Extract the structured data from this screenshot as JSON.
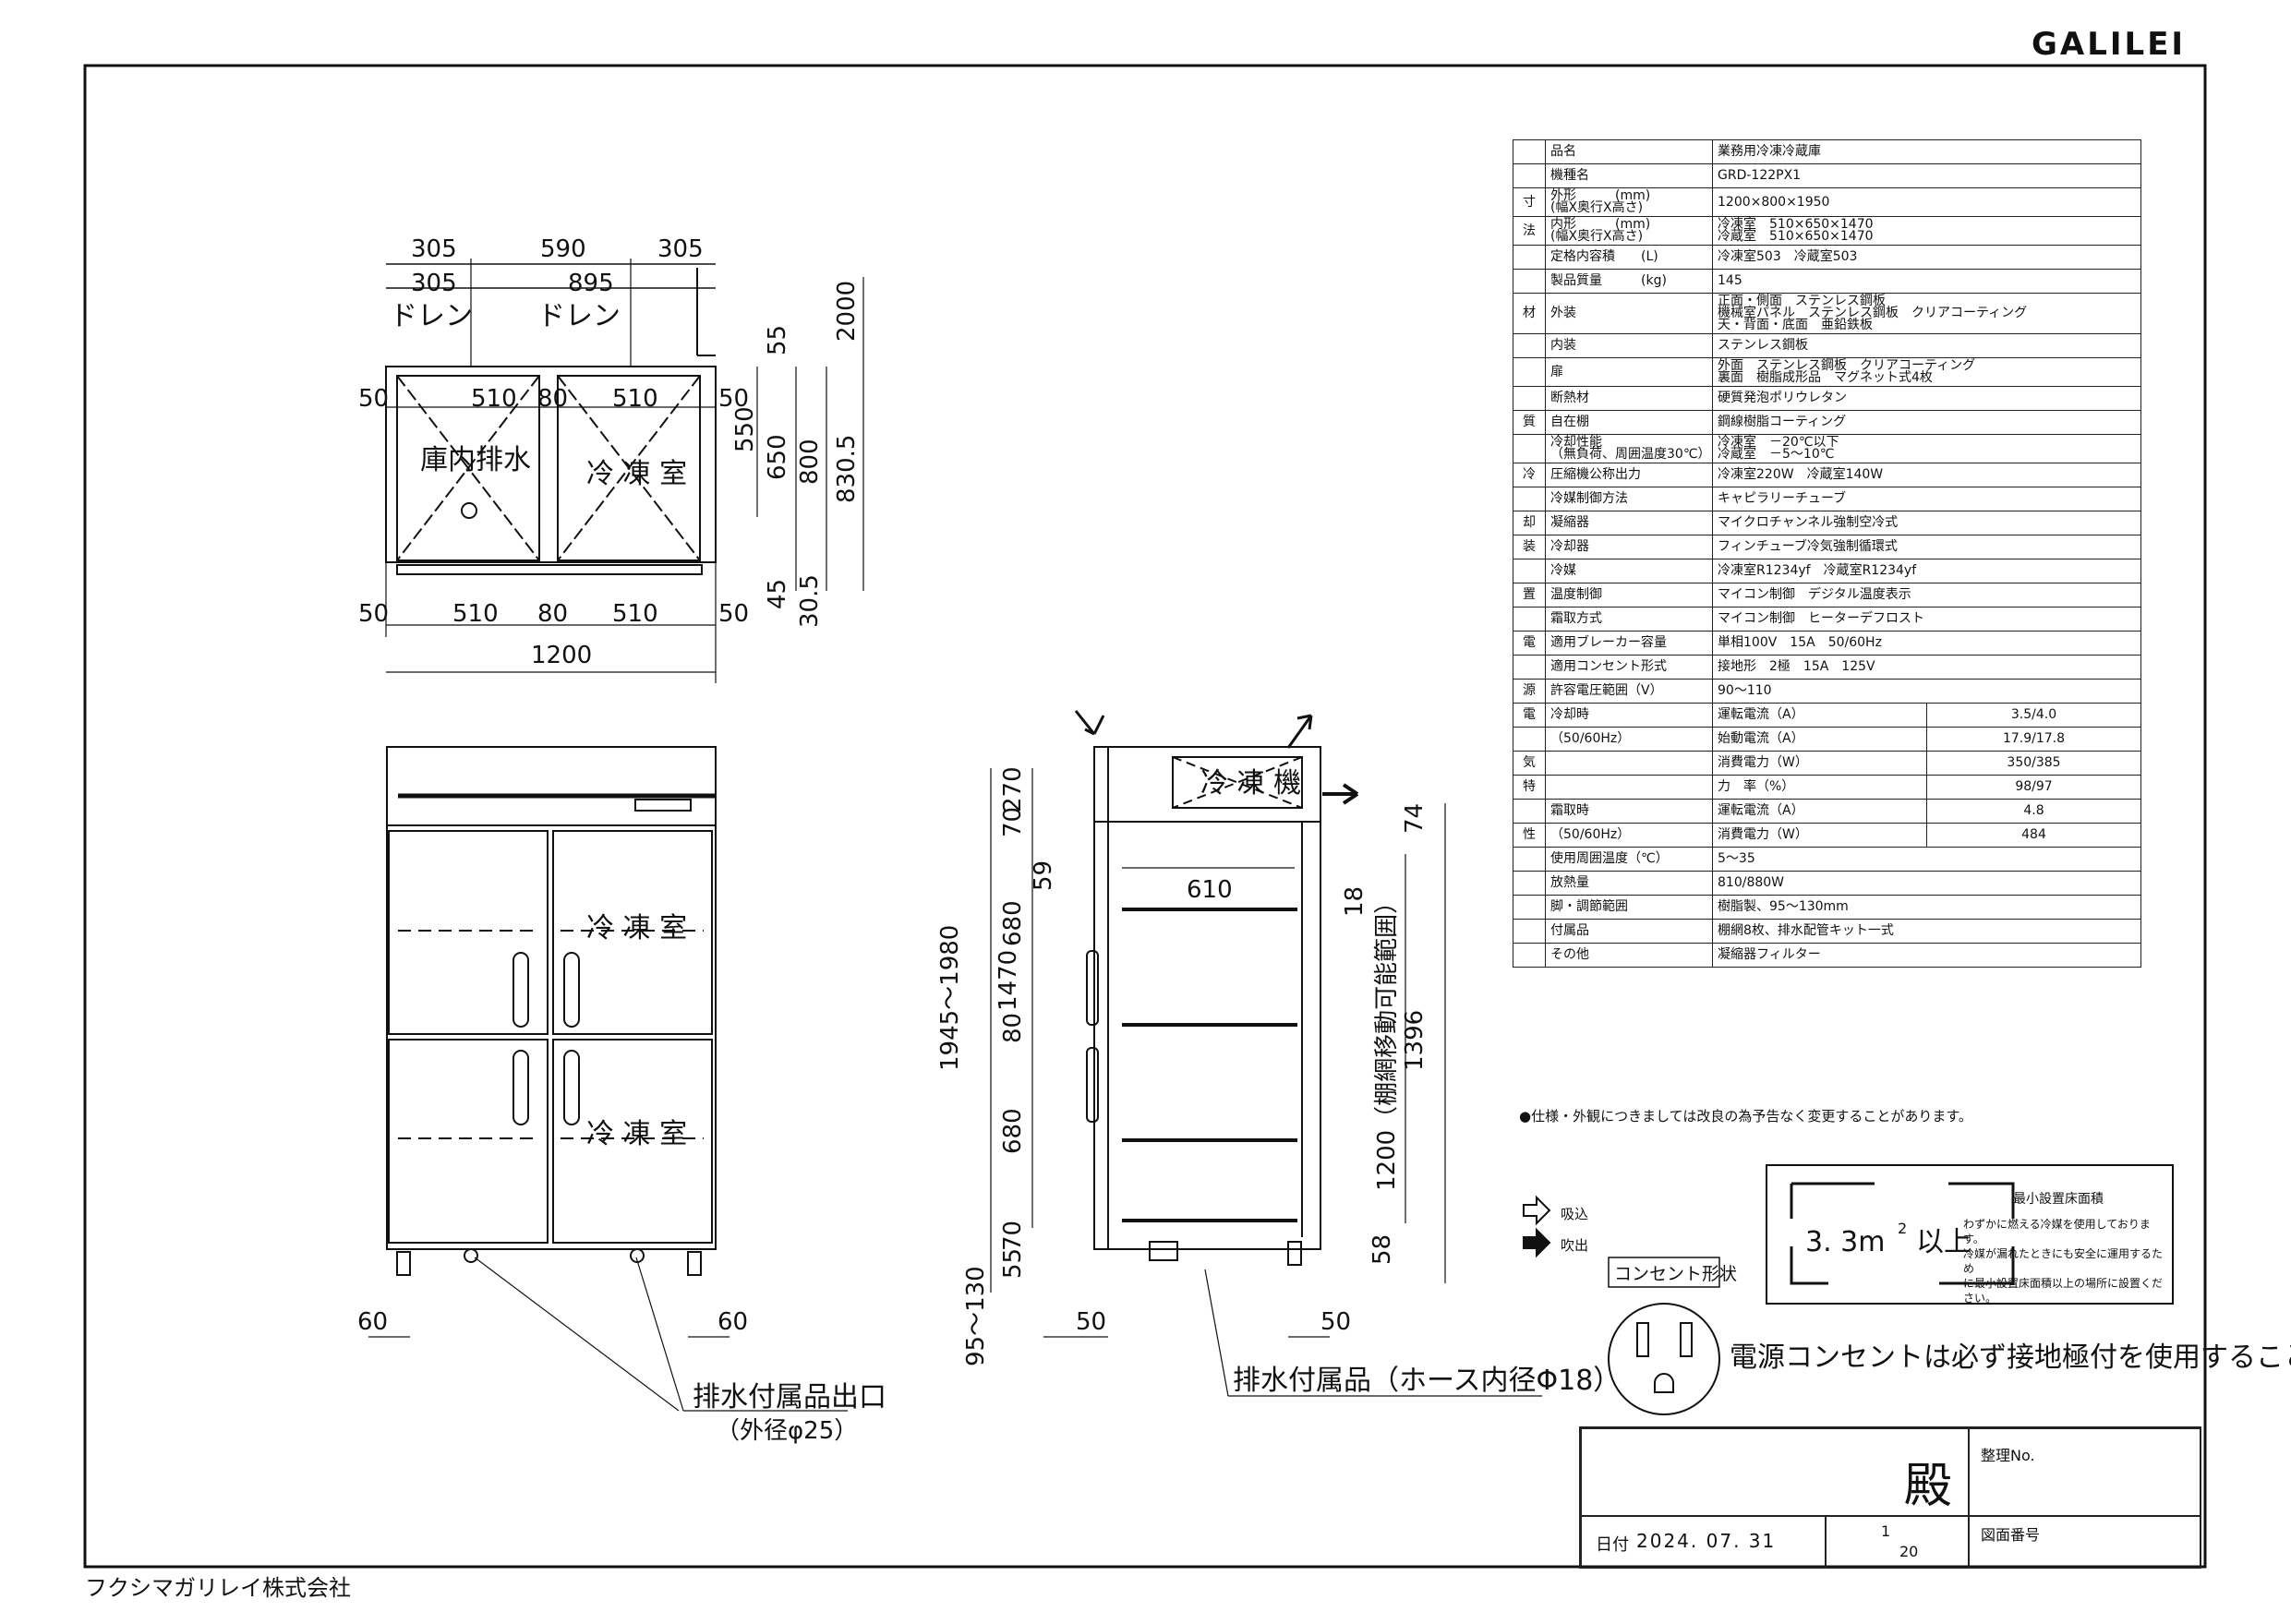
{
  "brand": "GALILEI",
  "company": "フクシマガリレイ株式会社",
  "title_block": {
    "dono": "殿",
    "seiri_label": "整理No.",
    "date_label": "日付",
    "date": "2024. 07. 31",
    "sheet_num": "1",
    "sheet_den": "20",
    "drawing_no_label": "図面番号"
  },
  "spec_rows": [
    {
      "g": "",
      "k": "品名",
      "s": "",
      "v": "業務用冷凍冷蔵庫"
    },
    {
      "g": "",
      "k": "機種名",
      "s": "",
      "v": "GRD-122PX1"
    },
    {
      "g": "寸",
      "k": "外形　　　(mm)\n(幅X奥行X高さ)",
      "s": "",
      "v": "1200×800×1950"
    },
    {
      "g": "法",
      "k": "内形　　　(mm)\n(幅X奥行X高さ)",
      "s": "",
      "v": "冷凍室　510×650×1470\n冷蔵室　510×650×1470"
    },
    {
      "g": "",
      "k": "定格内容積　　(L)",
      "s": "",
      "v": "冷凍室503　冷蔵室503"
    },
    {
      "g": "",
      "k": "製品質量　　　(kg)",
      "s": "",
      "v": "145"
    },
    {
      "g": "材",
      "k": "外装",
      "s": "",
      "v": "正面・側面　ステンレス鋼板\n機械室パネル　ステンレス鋼板　クリアコーティング\n天・背面・底面　亜鉛鉄板"
    },
    {
      "g": "",
      "k": "内装",
      "s": "",
      "v": "ステンレス鋼板"
    },
    {
      "g": "",
      "k": "扉",
      "s": "",
      "v": "外面　ステンレス鋼板　クリアコーティング\n裏面　樹脂成形品　マグネット式4枚"
    },
    {
      "g": "",
      "k": "断熱材",
      "s": "",
      "v": "硬質発泡ポリウレタン"
    },
    {
      "g": "質",
      "k": "自在棚",
      "s": "",
      "v": "鋼線樹脂コーティング"
    },
    {
      "g": "",
      "k": "冷却性能\n（無負荷、周囲温度30℃）",
      "s": "",
      "v": "冷凍室　－20℃以下\n冷蔵室　－5～10℃"
    },
    {
      "g": "冷",
      "k": "圧縮機公称出力",
      "s": "",
      "v": "冷凍室220W　冷蔵室140W"
    },
    {
      "g": "",
      "k": "冷媒制御方法",
      "s": "",
      "v": "キャピラリーチューブ"
    },
    {
      "g": "却",
      "k": "凝縮器",
      "s": "",
      "v": "マイクロチャンネル強制空冷式"
    },
    {
      "g": "装",
      "k": "冷却器",
      "s": "",
      "v": "フィンチューブ冷気強制循環式"
    },
    {
      "g": "",
      "k": "冷媒",
      "s": "",
      "v": "冷凍室R1234yf　冷蔵室R1234yf"
    },
    {
      "g": "置",
      "k": "温度制御",
      "s": "",
      "v": "マイコン制御　デジタル温度表示"
    },
    {
      "g": "",
      "k": "霜取方式",
      "s": "",
      "v": "マイコン制御　ヒーターデフロスト"
    },
    {
      "g": "電",
      "k": "適用ブレーカー容量",
      "s": "",
      "v": "単相100V　15A　50/60Hz"
    },
    {
      "g": "",
      "k": "適用コンセント形式",
      "s": "",
      "v": "接地形　2極　15A　125V"
    },
    {
      "g": "源",
      "k": "許容電圧範囲（V）",
      "s": "",
      "v": "90～110"
    },
    {
      "g": "電",
      "k": "冷却時",
      "s": "運転電流（A）",
      "v": "3.5/4.0"
    },
    {
      "g": "",
      "k": "（50/60Hz）",
      "s": "始動電流（A）",
      "v": "17.9/17.8"
    },
    {
      "g": "気",
      "k": "",
      "s": "消費電力（W）",
      "v": "350/385"
    },
    {
      "g": "特",
      "k": "",
      "s": "力　率（%）",
      "v": "98/97"
    },
    {
      "g": "",
      "k": "霜取時",
      "s": "運転電流（A）",
      "v": "4.8"
    },
    {
      "g": "性",
      "k": "（50/60Hz）",
      "s": "消費電力（W）",
      "v": "484"
    },
    {
      "g": "",
      "k": "使用周囲温度（℃）",
      "s": "",
      "v": "5～35"
    },
    {
      "g": "",
      "k": "放熱量",
      "s": "",
      "v": "810/880W"
    },
    {
      "g": "",
      "k": "脚・調節範囲",
      "s": "",
      "v": "樹脂製、95～130mm"
    },
    {
      "g": "",
      "k": "付属品",
      "s": "",
      "v": "棚網8枚、排水配管キット一式"
    },
    {
      "g": "",
      "k": "その他",
      "s": "",
      "v": "凝縮器フィルター"
    }
  ],
  "spec_note": "●仕様・外観につきましては改良の為予告なく変更することがあります。",
  "legend": {
    "intake": "吸込",
    "exhaust": "吹出"
  },
  "floor": {
    "title": "最小設置床面積",
    "value": "3. 3m",
    "value_sup": "2",
    "value_suffix": "以上",
    "desc": "わずかに燃える冷媒を使用しております。\n冷媒が漏れたときにも安全に運用するため\nに最小設置床面積以上の場所に設置くだ\nさい。"
  },
  "outlet": {
    "label": "コンセント形状",
    "warning": "電源コンセントは必ず接地極付を使用すること"
  },
  "top_view": {
    "dims_top": [
      "305",
      "590",
      "305"
    ],
    "dims_top2": [
      "305",
      "895"
    ],
    "drain": "ドレン",
    "room_left": "庫内排水",
    "room_right": "冷 凍 室",
    "widths_in": [
      "50",
      "510",
      "80",
      "510",
      "50"
    ],
    "widths_bottom": [
      "50",
      "510",
      "80",
      "510",
      "50"
    ],
    "overall": "1200",
    "right_dims": [
      "55",
      "550",
      "650",
      "800",
      "830.5",
      "2000",
      "45",
      "30.5"
    ]
  },
  "front_view": {
    "room_upper": "冷 凍 室",
    "room_lower": "冷 凍 室",
    "leg_l": "60",
    "leg_r": "60",
    "drain_out": "排水付属品出口",
    "drain_out_sub": "（外径φ25）"
  },
  "side_view": {
    "machine": "冷 凍 機",
    "left_dims": [
      "270",
      "70",
      "680",
      "80",
      "680",
      "70",
      "55",
      "95～130",
      "1945～1980",
      "1470",
      "59"
    ],
    "dims_610": "610",
    "right_dims": [
      "74",
      "18",
      "1396",
      "1200（棚網移動可能範囲）",
      "58"
    ],
    "bottom": [
      "50",
      "50"
    ],
    "hose": "排水付属品（ホース内径Φ18）"
  }
}
